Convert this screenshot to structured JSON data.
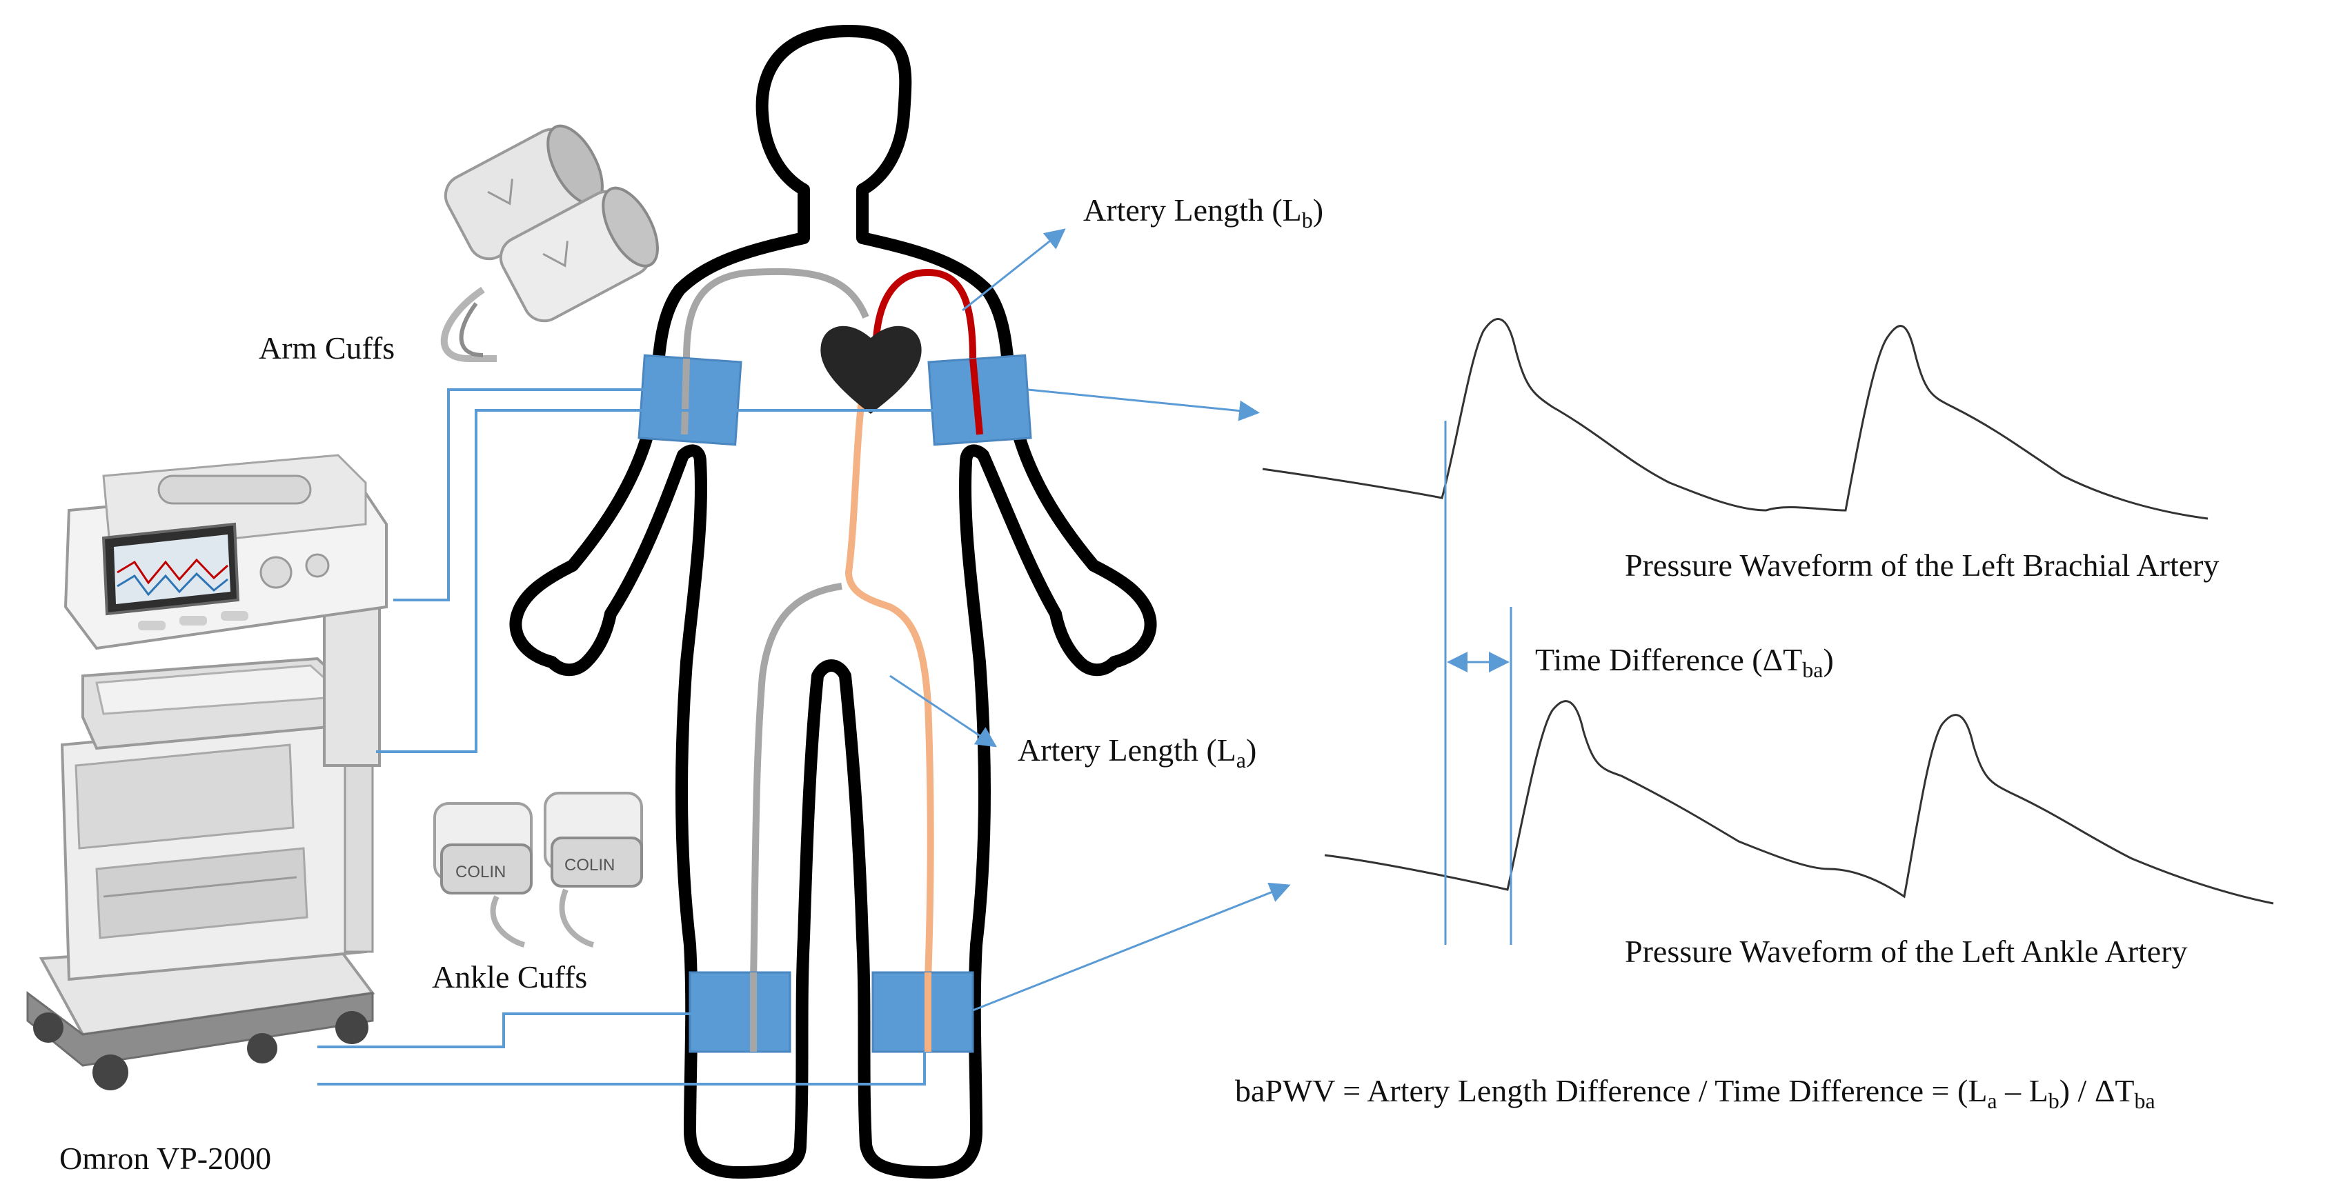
{
  "labels": {
    "arm_cuffs": "Arm Cuffs",
    "ankle_cuffs": "Ankle Cuffs",
    "device": "Omron VP-2000",
    "artery_length_b_prefix": "Artery Length (L",
    "artery_length_b_sub": "b",
    "artery_length_b_suffix": ")",
    "artery_length_a_prefix": "Artery Length (L",
    "artery_length_a_sub": "a",
    "artery_length_a_suffix": ")",
    "time_diff_prefix": "Time Difference (ΔT",
    "time_diff_sub": "ba",
    "time_diff_suffix": ")",
    "waveform_brachial": "Pressure Waveform of the Left Brachial Artery",
    "waveform_ankle": "Pressure Waveform of the Left Ankle Artery",
    "formula_main": "baPWV = Artery Length Difference / Time Difference = (L",
    "formula_sub_a": "a",
    "formula_minus": " – L",
    "formula_sub_b": "b",
    "formula_div": ") / ΔT",
    "formula_sub_ba": "ba",
    "cuff_brand": "COLIN"
  },
  "colors": {
    "body_outline": "#000000",
    "cuff_blue": "#5b9bd5",
    "line_blue": "#5b9bd5",
    "artery_red": "#c00000",
    "artery_gray": "#a6a6a6",
    "artery_orange": "#f4b183",
    "heart": "#262626",
    "waveform": "#333333"
  }
}
